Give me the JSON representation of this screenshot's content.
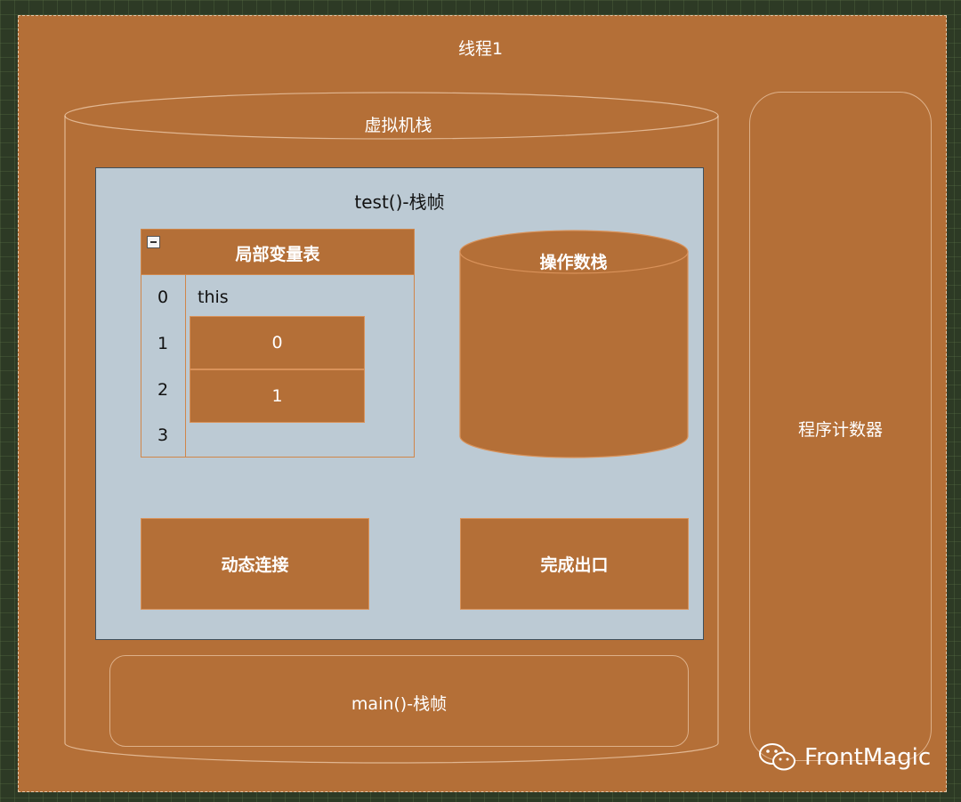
{
  "thread": {
    "title": "线程1"
  },
  "vm_stack": {
    "title": "虚拟机栈"
  },
  "program_counter": {
    "label": "程序计数器"
  },
  "test_frame": {
    "title": "test()-栈帧",
    "local_var_table": {
      "title": "局部变量表",
      "indices": [
        "0",
        "1",
        "2",
        "3"
      ],
      "this_label": "this",
      "cells": [
        "0",
        "1"
      ]
    },
    "operand_stack": {
      "label": "操作数栈"
    },
    "dynamic_link": {
      "label": "动态连接"
    },
    "return_address": {
      "label": "完成出口"
    }
  },
  "main_frame": {
    "title": "main()-栈帧"
  },
  "watermark": {
    "text": "FrontMagic",
    "icon": "wechat-icon"
  },
  "colors": {
    "background": "#2d3a25",
    "thread_fill": "#b46f37",
    "frame_fill": "#bccad4",
    "outline": "#e9c9a8"
  }
}
